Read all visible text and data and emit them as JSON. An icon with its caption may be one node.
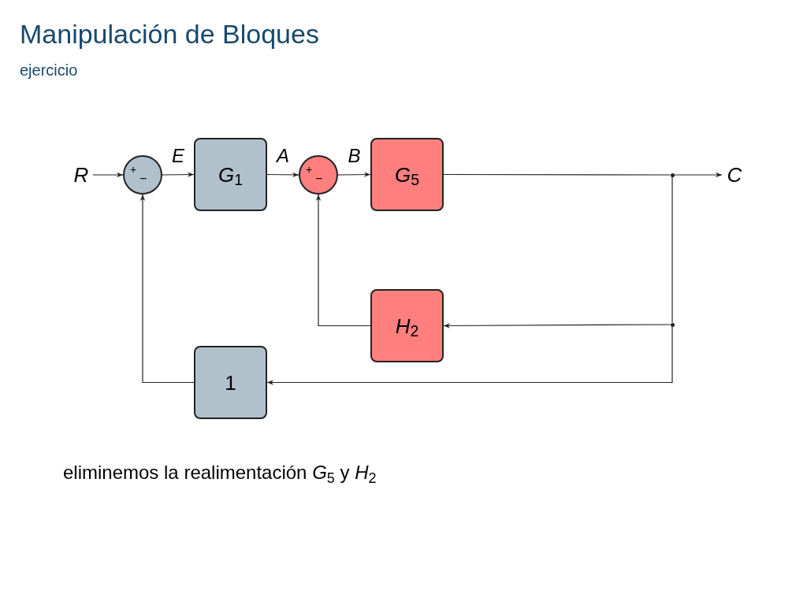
{
  "diagram": {
    "title": "Manipulación de Bloques",
    "nodes": [
      {
        "text": [
          "R"
        ]
      },
      {
        "text": [
          "+",
          "−"
        ]
      },
      {
        "text": [
          "*G*$_{1}$"
        ]
      },
      {
        "text": [
          "+",
          "−"
        ]
      },
      {
        "text": [
          "*G*$_{5}$"
        ]
      },
      {
        "text": [
          "*H*$_{2}$"
        ]
      },
      {
        "text": [
          "1"
        ]
      },
      {
        "text": [
          "C"
        ]
      },
      {
        "text": [],
        "shape": "circle"
      },
      {
        "text": [],
        "shape": "circle"
      }
    ],
    "edges": [
      {
        "from": 0,
        "to": 1,
        "arrow": "to"
      },
      {
        "from": 1,
        "to": 2,
        "arrow": "to",
        "label": "E"
      },
      {
        "from": 2,
        "to": 3,
        "arrow": "to",
        "label": "A"
      },
      {
        "from": 3,
        "to": 4,
        "arrow": "to",
        "label": "B"
      },
      {
        "from": 4,
        "to": 8,
        "arrow": "none"
      },
      {
        "from": 8,
        "to": 7,
        "arrow": "to"
      },
      {
        "from": 8,
        "to": 9,
        "arrow": "none"
      },
      {
        "from": 9,
        "to": 5,
        "arrow": "to"
      },
      {
        "from": 5,
        "to": 3,
        "arrow": "to"
      },
      {
        "from": 9,
        "to": 6,
        "arrow": "to"
      },
      {
        "from": 6,
        "to": 1,
        "arrow": "to"
      }
    ],
    "labels": [
      "ejercicio",
      "eliminemos la realimentación *G*$_{5}$ y *H*$_{2}$"
    ]
  }
}
